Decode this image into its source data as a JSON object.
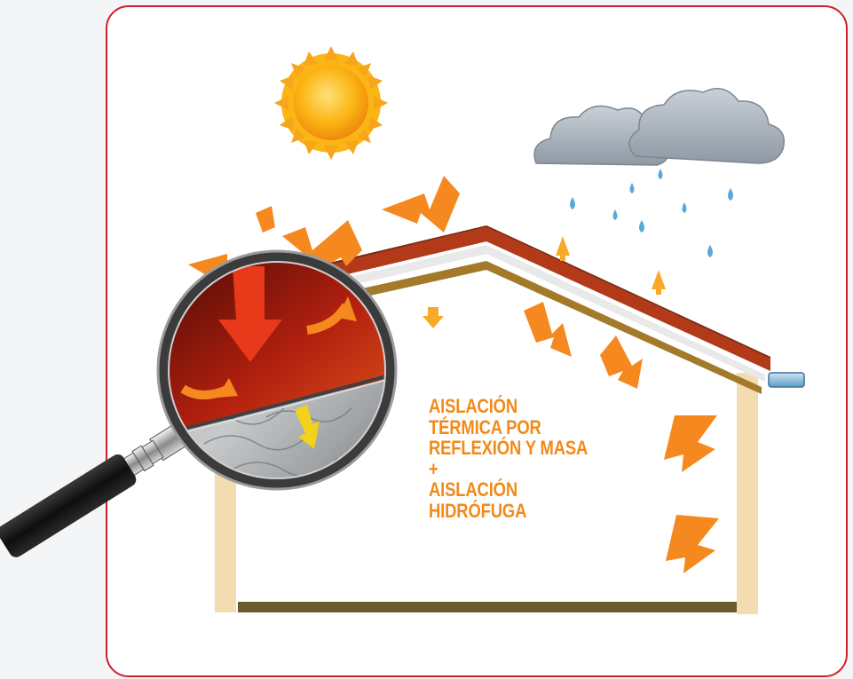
{
  "caption": {
    "line1": "AISLACIÓN",
    "line2": "TÉRMICA POR",
    "line3": "REFLEXIÓN Y MASA",
    "line4": "+",
    "line5": "AISLACIÓN",
    "line6": "HIDRÓFUGA"
  },
  "colors": {
    "frame_border": "#d11f2a",
    "caption_text": "#f28a1b",
    "arrow_orange": "#f5891f",
    "roof_tile": "#b23a19",
    "roof_beam": "#a37a2a",
    "wall": "#f2dcb0",
    "floor": "#6b5a2e",
    "sun": "#fbb514",
    "cloud": "#a9b3bd",
    "rain_drop": "#5aa8dc"
  },
  "icons": [
    "sun-icon",
    "cloud-icon",
    "rain-drop-icon",
    "heat-arrow-icon",
    "magnifying-glass-icon",
    "gutter-icon"
  ]
}
